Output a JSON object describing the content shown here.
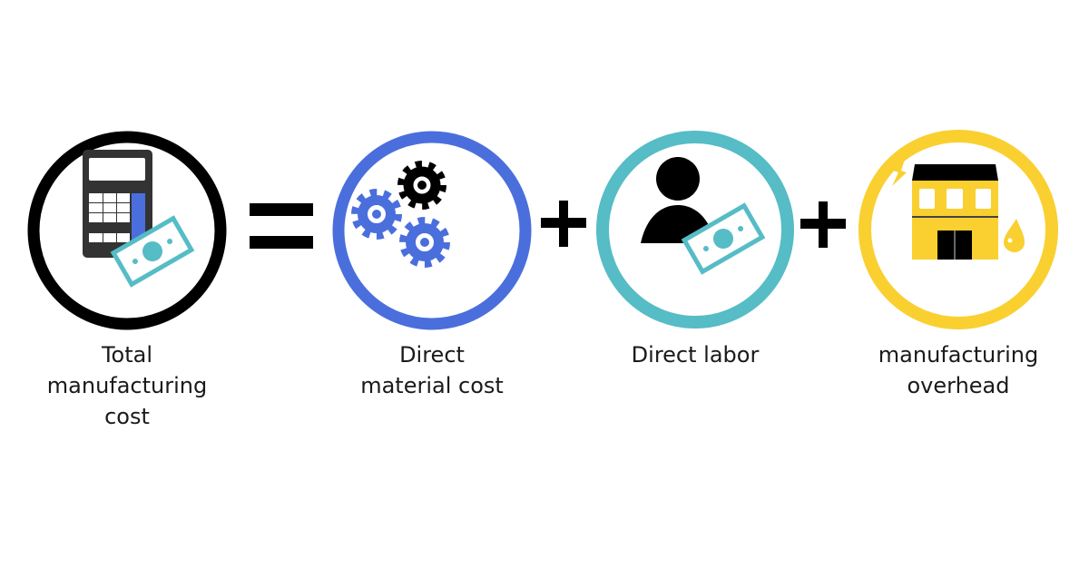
{
  "colors": {
    "total": "#000000",
    "material": "#4a6fdc",
    "labor": "#56bcc6",
    "overhead": "#f9d030",
    "calculator": "#333333"
  },
  "operators": [
    "=",
    "+",
    "+"
  ],
  "terms": [
    {
      "label_lines": [
        "Total",
        "manufacturing",
        "cost"
      ],
      "icon": "calculator-with-money-icon"
    },
    {
      "label_lines": [
        "Direct",
        "material cost"
      ],
      "icon": "gears-icon"
    },
    {
      "label_lines": [
        "Direct labor"
      ],
      "icon": "person-with-money-icon"
    },
    {
      "label_lines": [
        "manufacturing",
        "overhead"
      ],
      "icon": "factory-building-icon"
    }
  ]
}
